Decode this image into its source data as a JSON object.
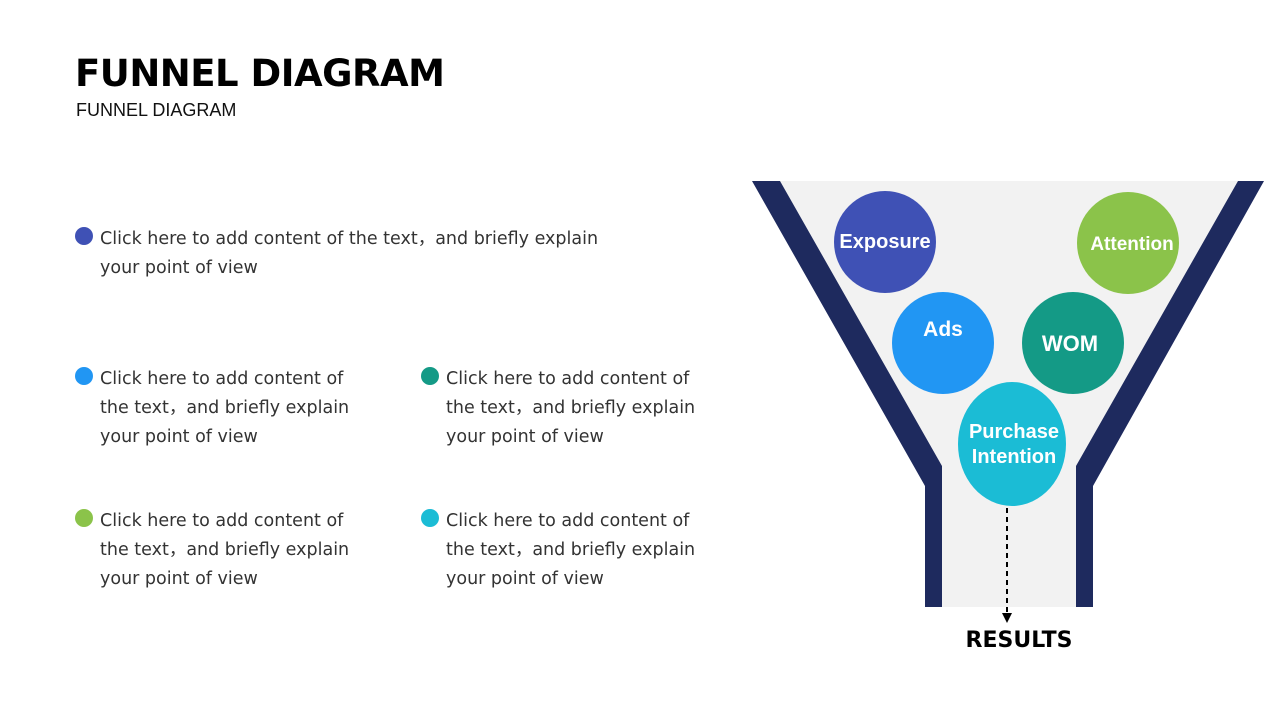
{
  "header": {
    "title": "FUNNEL DIAGRAM",
    "subtitle": "FUNNEL DIAGRAM"
  },
  "items": [
    {
      "text": "Click here to add content of the text，and briefly explain your point of view",
      "color": "#3F51B5"
    },
    {
      "text": "Click here to add content of the text，and briefly explain your point of view",
      "color": "#2196F3"
    },
    {
      "text": "Click here to add content of the text，and briefly explain your point of view",
      "color": "#149A86"
    },
    {
      "text": "Click here to add content of the text，and briefly explain your point of view",
      "color": "#8BC34A"
    },
    {
      "text": "Click here to add content of the text，and briefly explain your point of view",
      "color": "#1BBCD5"
    }
  ],
  "funnel": {
    "frame_color": "#1E2A5E",
    "fill_color": "#F2F2F2",
    "bubbles": [
      {
        "label": "Exposure",
        "color": "#3F51B5"
      },
      {
        "label": "Attention",
        "color": "#8BC34A"
      },
      {
        "label": "Ads",
        "color": "#2196F3"
      },
      {
        "label": "WOM",
        "color": "#149A86"
      },
      {
        "label_line1": "Purchase",
        "label_line2": "Intention",
        "color": "#1BBCD5"
      }
    ],
    "result_label": "RESULTS"
  }
}
